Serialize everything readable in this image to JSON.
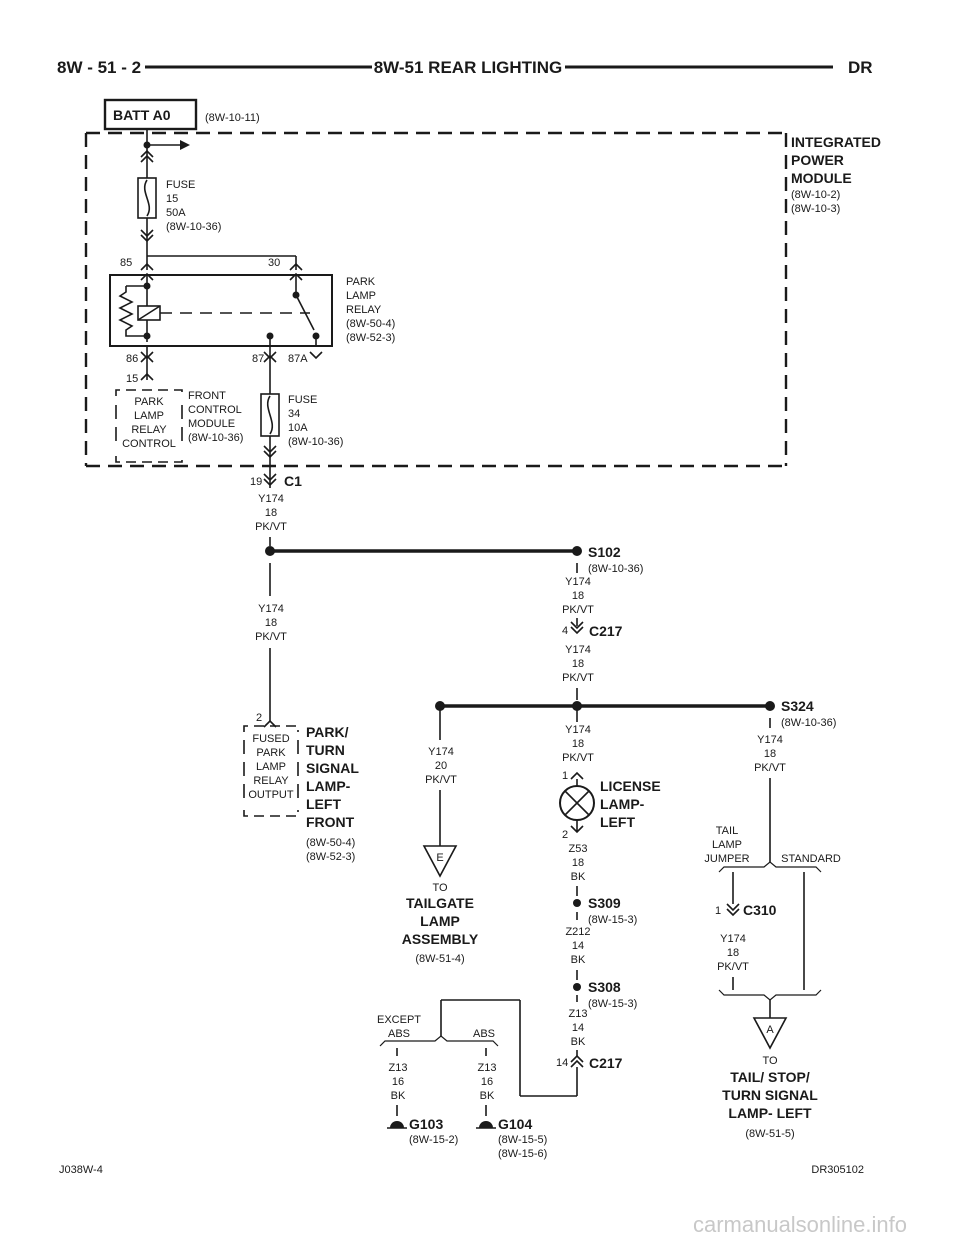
{
  "header": {
    "left": "8W - 51 - 2",
    "center": "8W-51 REAR LIGHTING",
    "right": "DR"
  },
  "footer": {
    "left": "J038W-4",
    "right": "DR305102"
  },
  "watermark": "carmanualsonline.info",
  "batt": {
    "label": "BATT A0",
    "ref": "(8W-10-11)"
  },
  "ipm": {
    "title": [
      "INTEGRATED",
      "POWER",
      "MODULE"
    ],
    "refs": [
      "(8W-10-2)",
      "(8W-10-3)"
    ]
  },
  "fuse15": {
    "lines": [
      "FUSE",
      "15",
      "50A",
      "(8W-10-36)"
    ]
  },
  "relay": {
    "lines": [
      "PARK",
      "LAMP",
      "RELAY",
      "(8W-50-4)",
      "(8W-52-3)"
    ],
    "pins": {
      "p85": "85",
      "p30": "30",
      "p86": "86",
      "p87": "87",
      "p87a": "87A"
    }
  },
  "fcm": {
    "pin": "15",
    "box": [
      "PARK",
      "LAMP",
      "RELAY",
      "CONTROL"
    ],
    "name": [
      "FRONT",
      "CONTROL",
      "MODULE",
      "(8W-10-36)"
    ]
  },
  "fuse34": {
    "lines": [
      "FUSE",
      "34",
      "10A",
      "(8W-10-36)"
    ]
  },
  "c1": {
    "pin": "19",
    "name": "C1"
  },
  "wire_y174_18": [
    "Y174",
    "18",
    "PK/VT"
  ],
  "wire_y174_20": [
    "Y174",
    "20",
    "PK/VT"
  ],
  "s102": {
    "name": "S102",
    "ref": "(8W-10-36)"
  },
  "c217_top": {
    "pin": "4",
    "name": "C217"
  },
  "park_turn": {
    "pin": "2",
    "box": [
      "FUSED",
      "PARK",
      "LAMP",
      "RELAY",
      "OUTPUT"
    ],
    "title": [
      "PARK/",
      "TURN",
      "SIGNAL",
      "LAMP-",
      "LEFT",
      "FRONT"
    ],
    "refs": [
      "(8W-50-4)",
      "(8W-52-3)"
    ]
  },
  "s324": {
    "name": "S324",
    "ref": "(8W-10-36)"
  },
  "license": {
    "pin_top": "1",
    "pin_bottom": "2",
    "title": [
      "LICENSE",
      "LAMP-",
      "LEFT"
    ]
  },
  "wire_z53": [
    "Z53",
    "18",
    "BK"
  ],
  "s309": {
    "name": "S309",
    "ref": "(8W-15-3)"
  },
  "wire_z212": [
    "Z212",
    "14",
    "BK"
  ],
  "s308": {
    "name": "S308",
    "ref": "(8W-15-3)"
  },
  "wire_z13_14": [
    "Z13",
    "14",
    "BK"
  ],
  "wire_z13_16": [
    "Z13",
    "16",
    "BK"
  ],
  "c217_bottom": {
    "pin": "14",
    "name": "C217"
  },
  "tailgate": {
    "letter": "E",
    "to": "TO",
    "title": [
      "TAILGATE",
      "LAMP",
      "ASSEMBLY"
    ],
    "ref": "(8W-51-4)"
  },
  "options": {
    "except_abs": [
      "EXCEPT",
      "ABS"
    ],
    "abs": "ABS",
    "tail_lamp_jumper": [
      "TAIL",
      "LAMP",
      "JUMPER"
    ],
    "standard": "STANDARD"
  },
  "g103": {
    "name": "G103",
    "ref": "(8W-15-2)"
  },
  "g104": {
    "name": "G104",
    "refs": [
      "(8W-15-5)",
      "(8W-15-6)"
    ]
  },
  "c310": {
    "pin": "1",
    "name": "C310"
  },
  "tail_stop": {
    "letter": "A",
    "to": "TO",
    "title": [
      "TAIL/ STOP/",
      "TURN SIGNAL",
      "LAMP- LEFT"
    ],
    "ref": "(8W-51-5)"
  }
}
